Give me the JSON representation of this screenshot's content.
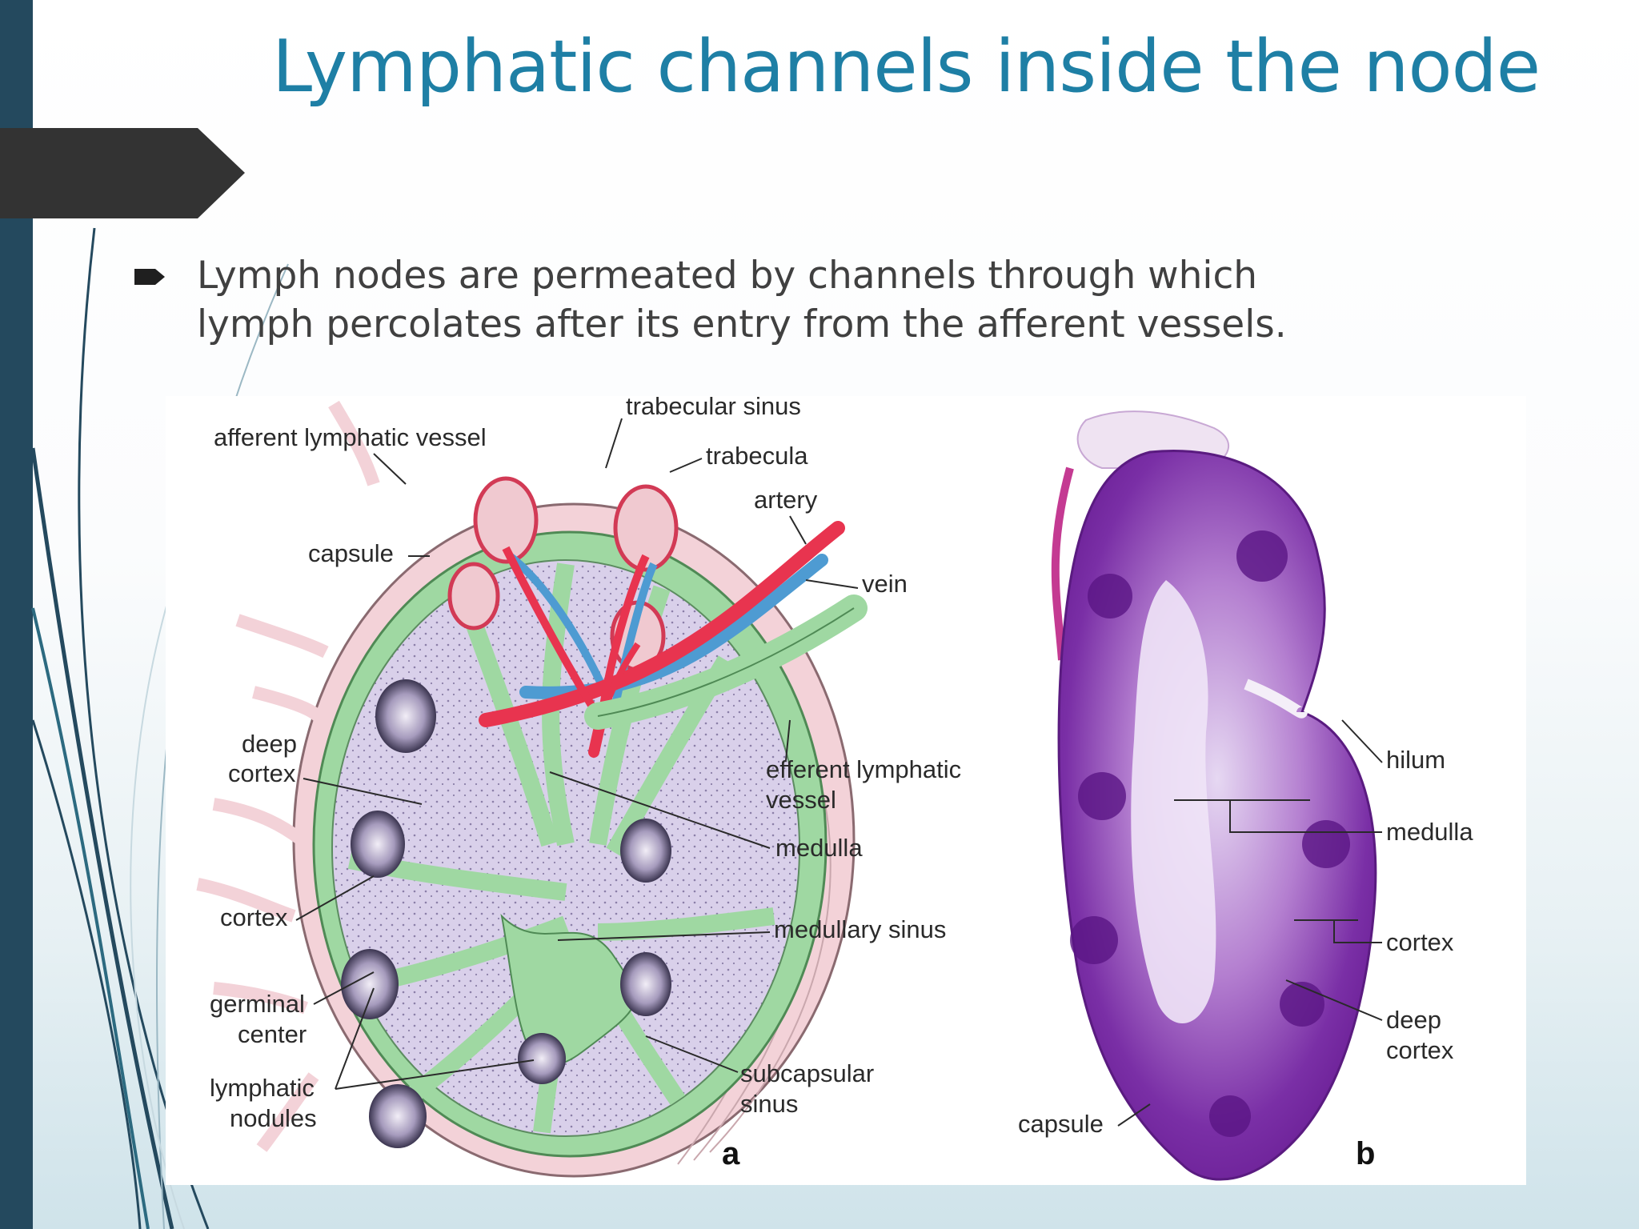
{
  "slide": {
    "title": "Lymphatic channels inside the node",
    "bullet": "Lymph nodes are permeated by channels through which lymph percolates after its entry from the afferent vessels.",
    "icons": {
      "bullet": "arrow-bullet-icon",
      "tab": "arrow-tab-shape"
    },
    "colors": {
      "title": "#1e7fa5",
      "sidebar": "#24495e",
      "tab": "#333333"
    }
  },
  "figure": {
    "panel_a": {
      "letter": "a",
      "labels": {
        "trabecular_sinus": "trabecular sinus",
        "afferent_lymphatic_vessel": "afferent lymphatic vessel",
        "trabecula": "trabecula",
        "artery": "artery",
        "capsule": "capsule",
        "vein": "vein",
        "deep": "deep",
        "cortex_line2": "cortex",
        "efferent_lymphatic": "efferent lymphatic",
        "vessel": "vessel",
        "medulla": "medulla",
        "cortex": "cortex",
        "medullary_sinus": "medullary sinus",
        "germinal": "germinal",
        "center": "center",
        "lymphatic": "lymphatic",
        "nodules": "nodules",
        "subcapsular": "subcapsular",
        "sinus": "sinus"
      }
    },
    "panel_b": {
      "letter": "b",
      "labels": {
        "hilum": "hilum",
        "medulla": "medulla",
        "cortex": "cortex",
        "deep": "deep",
        "cortex_line2": "cortex",
        "capsule": "capsule"
      }
    }
  }
}
